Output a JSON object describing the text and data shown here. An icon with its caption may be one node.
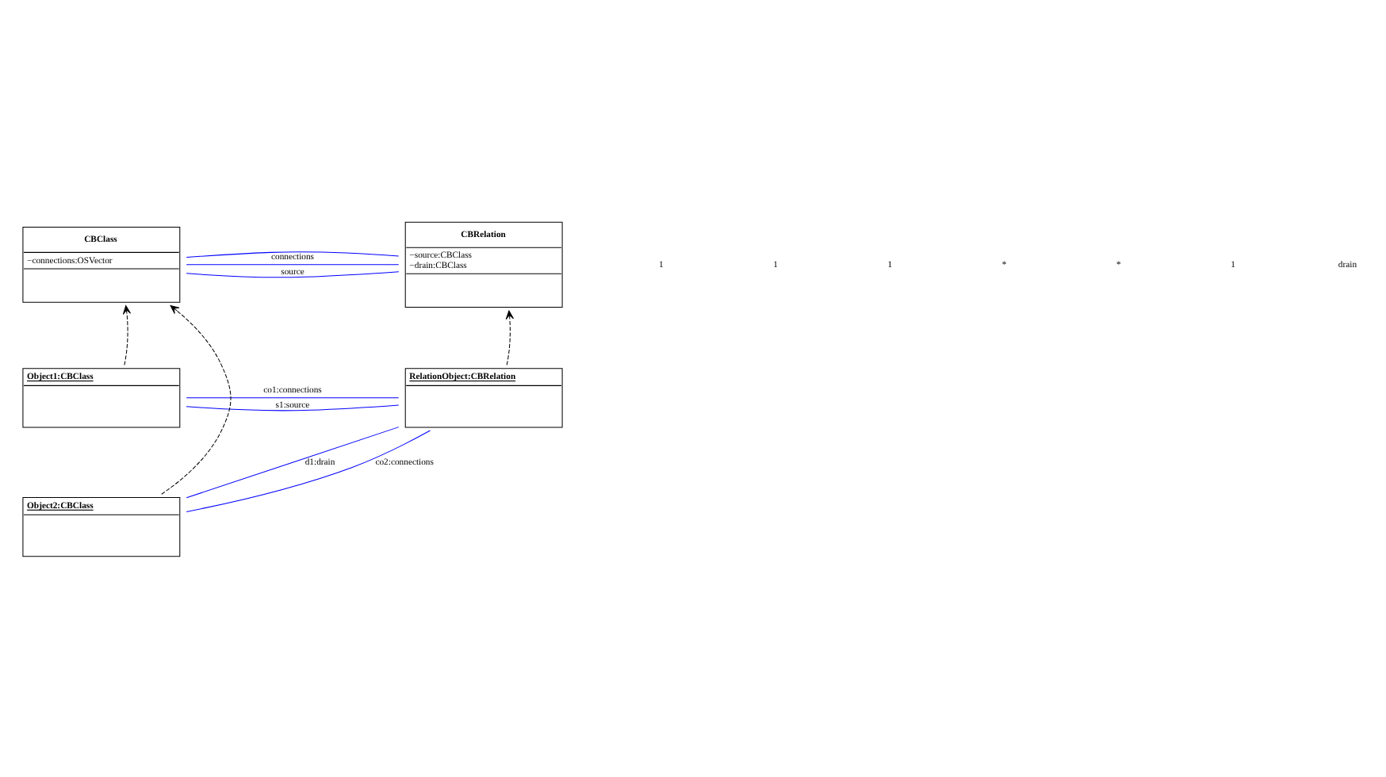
{
  "diagram": {
    "nodes": [
      {
        "text": [
          "CBClass",
          "−connections:OSVector"
        ]
      },
      {
        "text": [
          "CBRelation",
          "−source:CBClass",
          "−drain:CBClass"
        ]
      },
      {
        "text": [
          "Object1:CBClass"
        ]
      },
      {
        "text": [
          "RelationObject:CBRelation"
        ]
      },
      {
        "text": [
          "Object2:CBClass"
        ]
      }
    ],
    "edges": [
      {
        "from": 0,
        "to": 1,
        "arrow": "none",
        "label": "source",
        "color": "#0000ff"
      },
      {
        "from": 0,
        "to": 1,
        "arrow": "none",
        "color": "#0000ff"
      },
      {
        "from": 0,
        "to": 1,
        "arrow": "none",
        "label": "connections",
        "color": "#0000ff"
      },
      {
        "from": 2,
        "to": 0,
        "arrow": "to",
        "style": "dashed",
        "color": "#000000"
      },
      {
        "from": 4,
        "to": 0,
        "arrow": "to",
        "style": "dashed",
        "color": "#000000"
      },
      {
        "from": 3,
        "to": 1,
        "arrow": "to",
        "style": "dashed",
        "color": "#000000"
      },
      {
        "from": 2,
        "to": 3,
        "arrow": "none",
        "label": "s1:source",
        "color": "#0000ff"
      },
      {
        "from": 2,
        "to": 3,
        "arrow": "none",
        "label": "co1:connections",
        "color": "#0000ff"
      },
      {
        "from": 4,
        "to": 3,
        "arrow": "none",
        "label": "d1:drain",
        "color": "#0000ff"
      },
      {
        "from": 4,
        "to": 3,
        "arrow": "none",
        "label": "co2:connections",
        "color": "#0000ff"
      }
    ],
    "labels": [
      "1",
      "1",
      "1",
      "*",
      "*",
      "1",
      "drain"
    ]
  }
}
